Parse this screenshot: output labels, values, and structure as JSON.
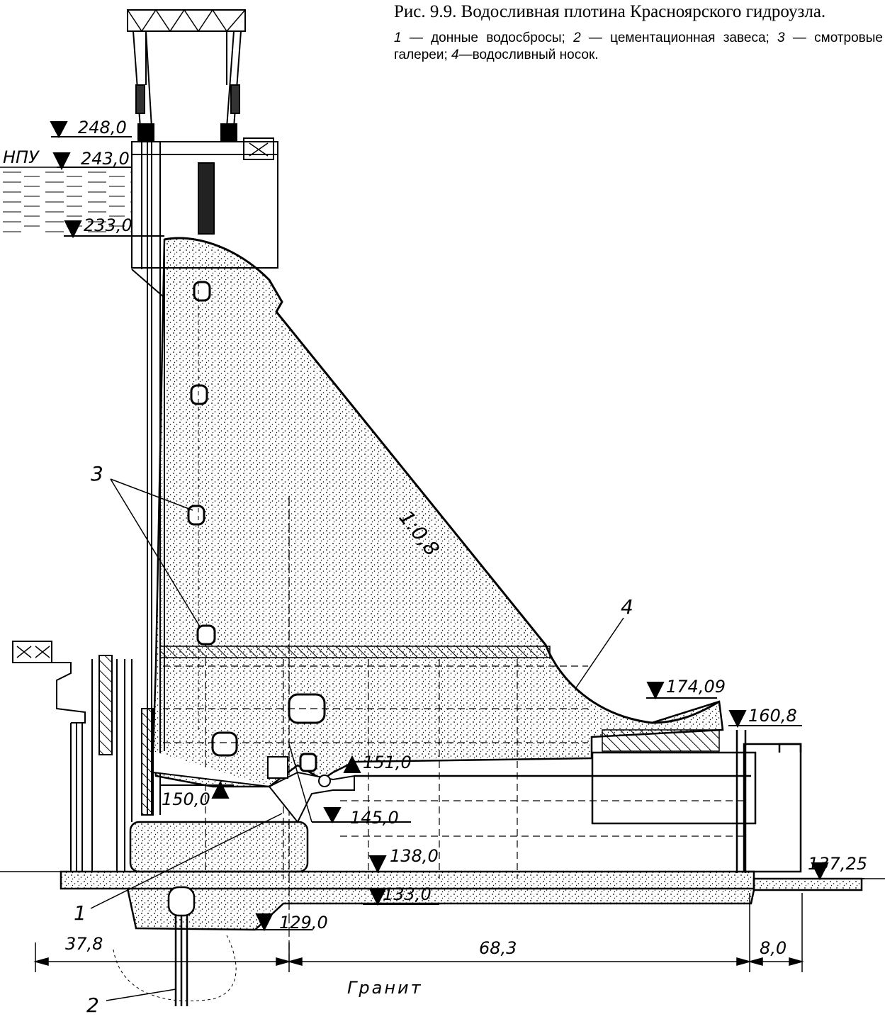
{
  "caption": {
    "title": "Рис. 9.9. Водосливная плотина Красноярского гидроузла.",
    "legend": [
      {
        "num": "1",
        "text": "донные водосбросы;"
      },
      {
        "num": "2",
        "text": "цементационная завеса;"
      },
      {
        "num": "3",
        "text": "смотровые галереи;"
      },
      {
        "num": "4",
        "text": "водосливный носок."
      }
    ],
    "dash": "—"
  },
  "elevations": {
    "e248": "248,0",
    "e243": "243,0",
    "npu": "НПУ",
    "e233": "233,0",
    "e174": "174,09",
    "e160": "160,8",
    "e151": "151,0",
    "e150": "150,0",
    "e145": "145,0",
    "e138": "138,0",
    "e137": "137,25",
    "e133": "133,0",
    "e129": "129,0"
  },
  "slope": "1:0,8",
  "dimensions": {
    "d1": "37,8",
    "d2": "68,3",
    "d3": "8,0"
  },
  "foundation": "Гранит",
  "callouts": {
    "c1": "1",
    "c2": "2",
    "c3": "3",
    "c4": "4"
  }
}
